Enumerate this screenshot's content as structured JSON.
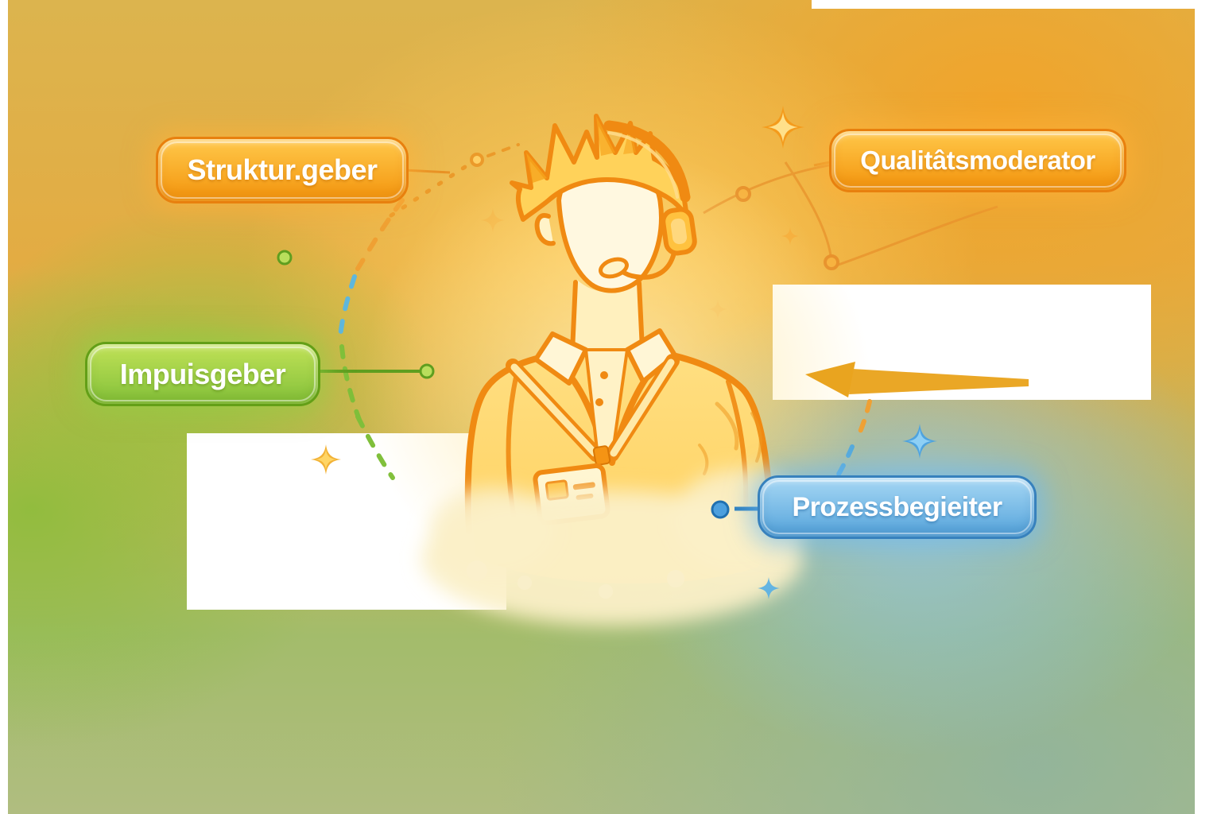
{
  "illustration": {
    "subject": "support-agent-with-headset-illustration",
    "blank_panels": 2
  },
  "roles": [
    {
      "label": "Struktur.geber",
      "color": "#F59C16",
      "position": "top-left"
    },
    {
      "label": "Qualitâtsmoderator",
      "color": "#F59C16",
      "position": "top-right"
    },
    {
      "label": "Impuisgeber",
      "color": "#8DC63F",
      "position": "middle-left"
    },
    {
      "label": "Prozessbegieiter",
      "color": "#62ACDF",
      "position": "middle-right"
    }
  ],
  "icons": [
    "sparkle-icon",
    "node-dot-icon",
    "dashed-orbit-icon",
    "arrow-icon",
    "headset-icon",
    "id-badge-icon"
  ],
  "colors": {
    "role-orange": "#F59C16",
    "role-orange-light": "#FFC84A",
    "role-orange-border": "#E8800E",
    "role-green": "#8DC63F",
    "role-green-light": "#C0E156",
    "role-green-border": "#639F17",
    "role-blue": "#62ACDF",
    "role-blue-light": "#A6D7F4",
    "role-blue-border": "#3781BD",
    "line-orange": "#F08A12",
    "dash-orange": "#EFA033",
    "dash-blue": "#51A8DE",
    "dash-green": "#7FBF3A",
    "dash-teal": "#5FB7DC",
    "arrow-gold": "#E9A41F",
    "panel-white": "#FFFFFF"
  }
}
